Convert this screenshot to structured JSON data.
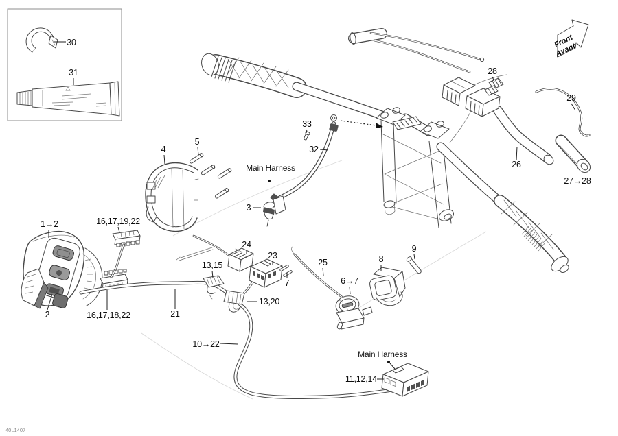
{
  "doc": {
    "drawing_code": "40L1407",
    "type": "steering-wiring-harness-parts-diagram"
  },
  "direction_arrow": {
    "line1": "Front",
    "line2": "Avant"
  },
  "annotations": {
    "main_harness_top": "Main Harness",
    "main_harness_bottom": "Main Harness"
  },
  "callouts": {
    "c30": "30",
    "c31": "31",
    "c1_2": "1→2",
    "c2": "2",
    "c3": "3",
    "c4": "4",
    "c5": "5",
    "c6_7": "6→7",
    "c7": "7",
    "c8": "8",
    "c9": "9",
    "c10_22": "10→22",
    "c11_12_14": "11,12,14",
    "c13_15": "13,15",
    "c13_20": "13,20",
    "c16_17_19_22": "16,17,19,22",
    "c16_17_18_22": "16,17,18,22",
    "c21": "21",
    "c23": "23",
    "c24": "24",
    "c25": "25",
    "c26": "26",
    "c27_28": "27→28",
    "c28": "28",
    "c29": "29",
    "c32": "32",
    "c33": "33"
  }
}
